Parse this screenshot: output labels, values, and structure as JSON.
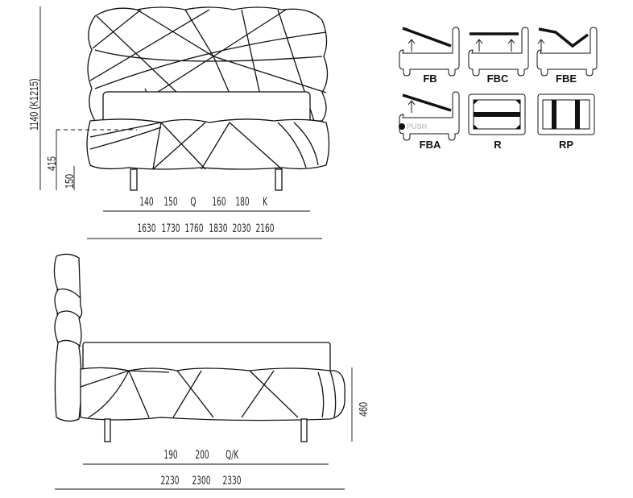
{
  "front_view": {
    "height_label": "1140 (K1215)",
    "base_height": "415",
    "leg_height": "150",
    "mattress_sizes": [
      "140",
      "150",
      "Q",
      "160",
      "180",
      "K"
    ],
    "overall_widths": [
      "1630",
      "1730",
      "1760",
      "1830",
      "2030",
      "2160"
    ]
  },
  "side_view": {
    "height_label": "460",
    "mattress_lengths": [
      "190",
      "200",
      "Q/K"
    ],
    "overall_lengths": [
      "2230",
      "2300",
      "2330"
    ]
  },
  "options": [
    {
      "code": "FB",
      "icon": "lift-storage-icon"
    },
    {
      "code": "FBC",
      "icon": "flat-lift-storage-icon"
    },
    {
      "code": "FBE",
      "icon": "adjustable-base-icon"
    },
    {
      "code": "FBA",
      "icon": "push-lift-storage-icon",
      "note": "PUSH"
    },
    {
      "code": "R",
      "icon": "slat-frame-icon"
    },
    {
      "code": "RP",
      "icon": "plank-frame-icon"
    }
  ]
}
